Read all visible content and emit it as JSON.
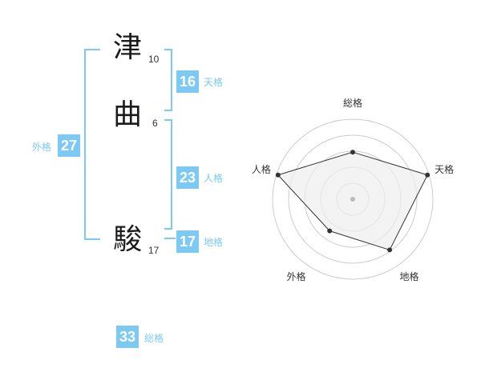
{
  "name": {
    "chars": [
      {
        "char": "津",
        "strokes": "10"
      },
      {
        "char": "曲",
        "strokes": "6"
      },
      {
        "char": "駿",
        "strokes": "17"
      }
    ]
  },
  "fortunes": {
    "tenkaku": {
      "value": "16",
      "label": "天格"
    },
    "jinkaku": {
      "value": "23",
      "label": "人格"
    },
    "chikaku": {
      "value": "17",
      "label": "地格"
    },
    "gaikaku": {
      "value": "27",
      "label": "外格"
    },
    "soukaku": {
      "value": "33",
      "label": "総格"
    }
  },
  "chart_data": {
    "type": "radar",
    "axes": [
      "総格",
      "天格",
      "地格",
      "外格",
      "人格"
    ],
    "values": [
      3,
      5,
      4,
      2.5,
      5
    ],
    "max": 5,
    "colors": {
      "fill": "#eeeeee",
      "line": "#333333",
      "ring": "#cccccc",
      "accent": "#7cc9f4"
    }
  }
}
